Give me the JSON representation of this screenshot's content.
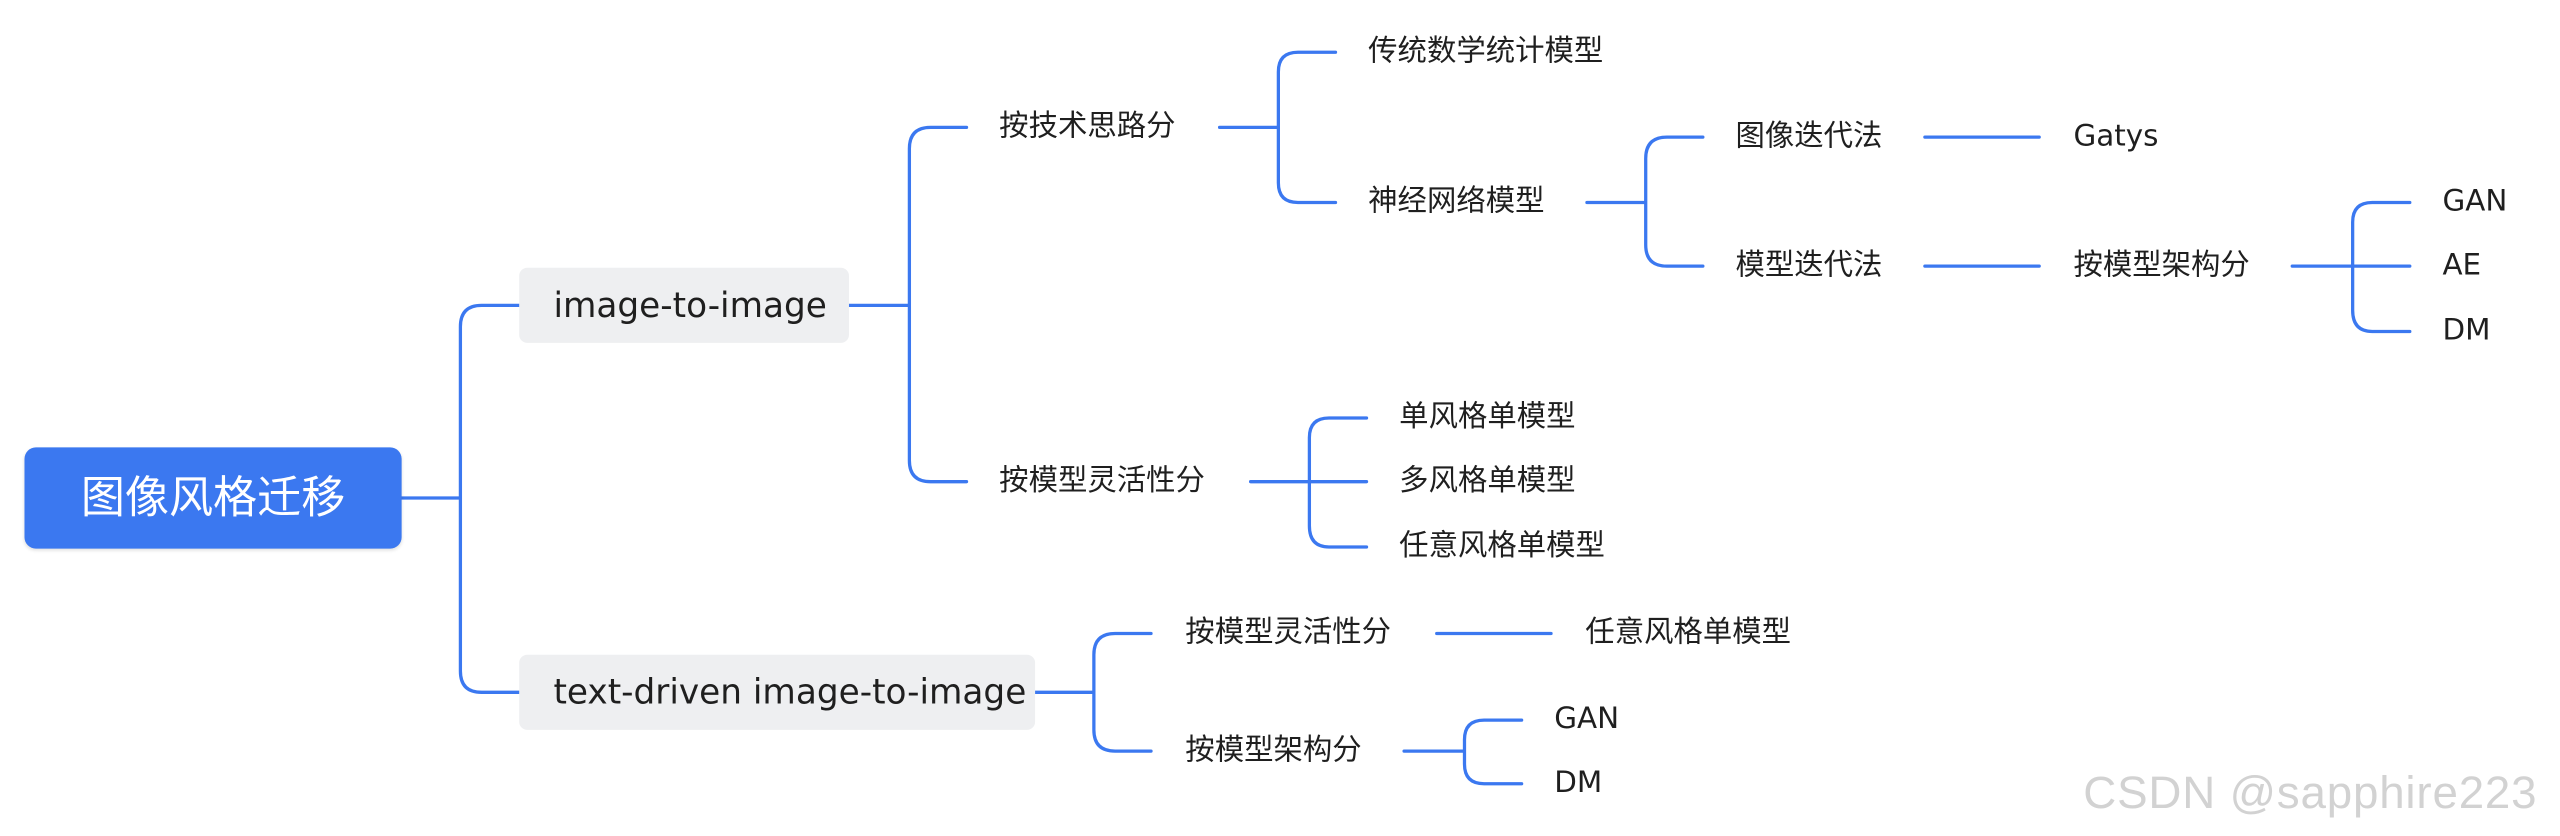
{
  "root": {
    "label": "图像风格迁移"
  },
  "branches": {
    "i2i": {
      "label": "image-to-image",
      "by_tech": {
        "label": "按技术思路分",
        "traditional": "传统数学统计模型",
        "neural": {
          "label": "神经网络模型",
          "image_iter": {
            "label": "图像迭代法",
            "gatys": "Gatys"
          },
          "model_iter": {
            "label": "模型迭代法",
            "by_arch": {
              "label": "按模型架构分",
              "gan": "GAN",
              "ae": "AE",
              "dm": "DM"
            }
          }
        }
      },
      "by_flex": {
        "label": "按模型灵活性分",
        "single": "单风格单模型",
        "multi": "多风格单模型",
        "arbitrary": "任意风格单模型"
      }
    },
    "text": {
      "label": "text-driven image-to-image",
      "by_flex": {
        "label": "按模型灵活性分",
        "arbitrary": "任意风格单模型"
      },
      "by_arch": {
        "label": "按模型架构分",
        "gan": "GAN",
        "dm": "DM"
      }
    }
  },
  "watermark": "CSDN @sapphire223",
  "colors": {
    "accent": "#3b78f0",
    "node_bg": "#eeeff1",
    "text": "#1f1f1f"
  }
}
